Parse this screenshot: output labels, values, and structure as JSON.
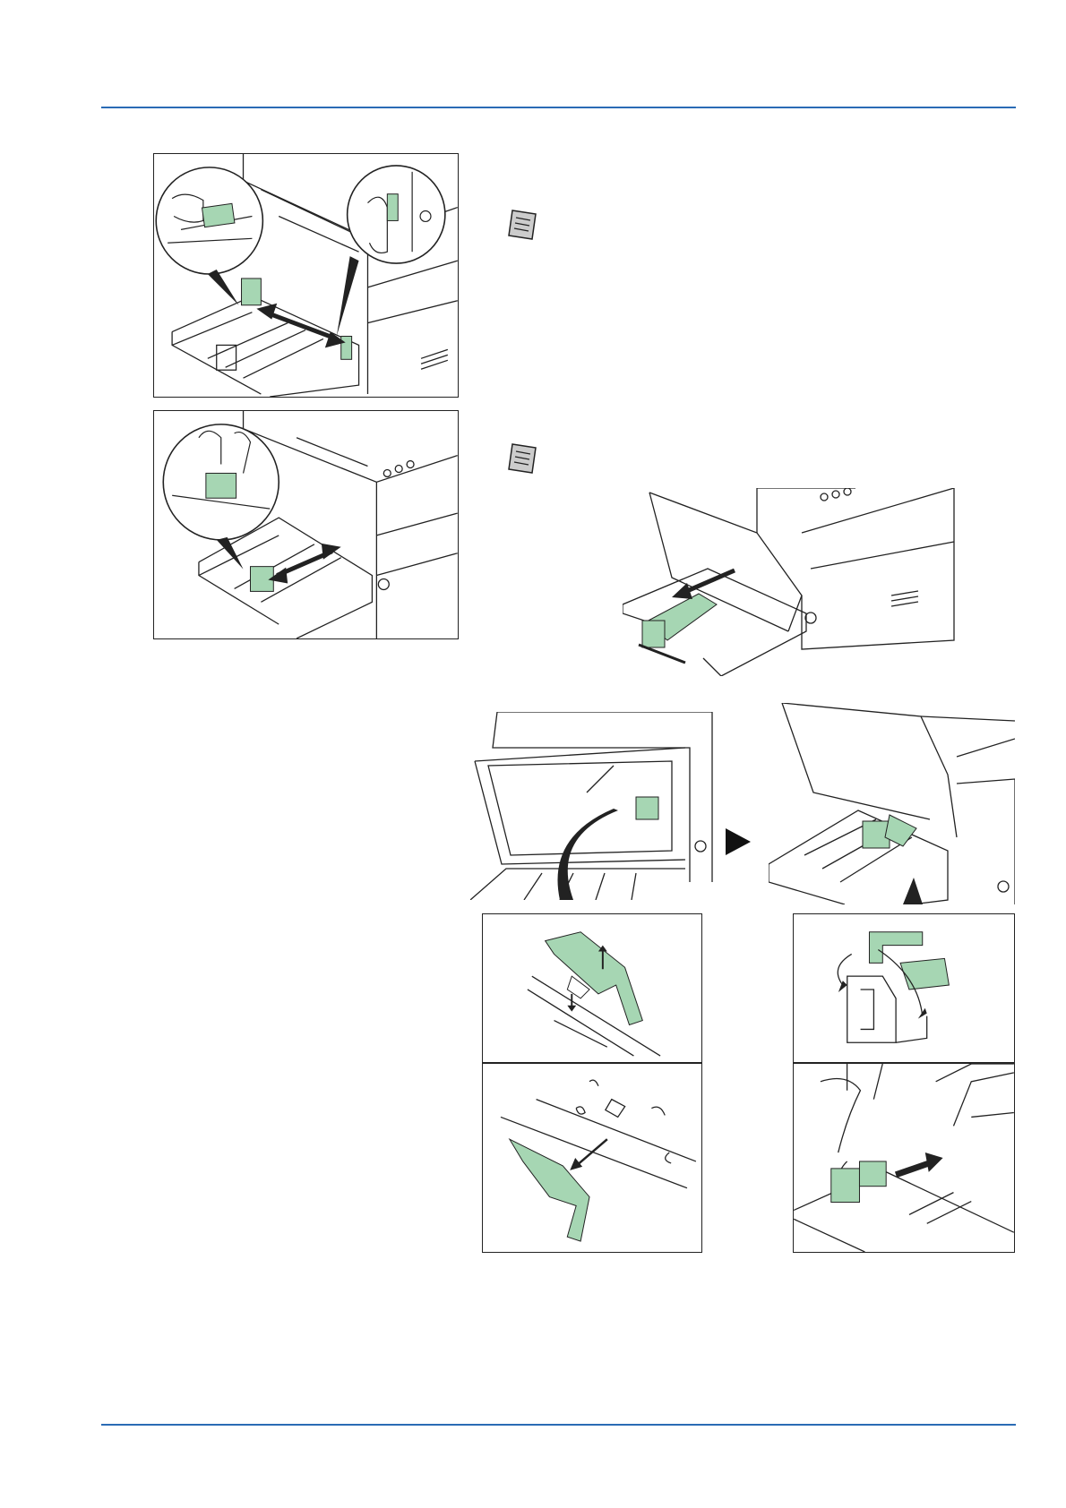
{
  "page": {
    "rule_color": "#2a6bb5",
    "accent_green": "#a6d6b3",
    "line_color": "#222222"
  },
  "icons": {
    "note": "note-pad-icon",
    "next_step": "right-triangle-arrow-icon"
  },
  "figures": [
    {
      "name": "adjust-width-guides",
      "description_visible": false
    },
    {
      "name": "adjust-length-guide",
      "description_visible": false
    },
    {
      "name": "extend-tray-length-guide",
      "description_visible": false
    },
    {
      "name": "relocate-length-guide-sequence",
      "description_visible": false
    }
  ]
}
